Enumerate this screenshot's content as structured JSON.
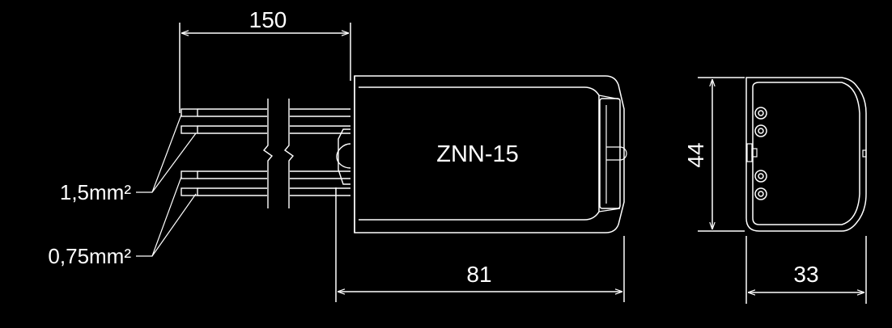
{
  "drawing": {
    "model_name": "ZNN-15",
    "dimensions": {
      "cable_length": "150",
      "body_length": "81",
      "height": "44",
      "width": "33"
    },
    "wire_labels": {
      "thick": "1,5mm²",
      "thin": "0,75mm²"
    },
    "colors": {
      "background": "#000000",
      "line": "#ffffff"
    }
  }
}
